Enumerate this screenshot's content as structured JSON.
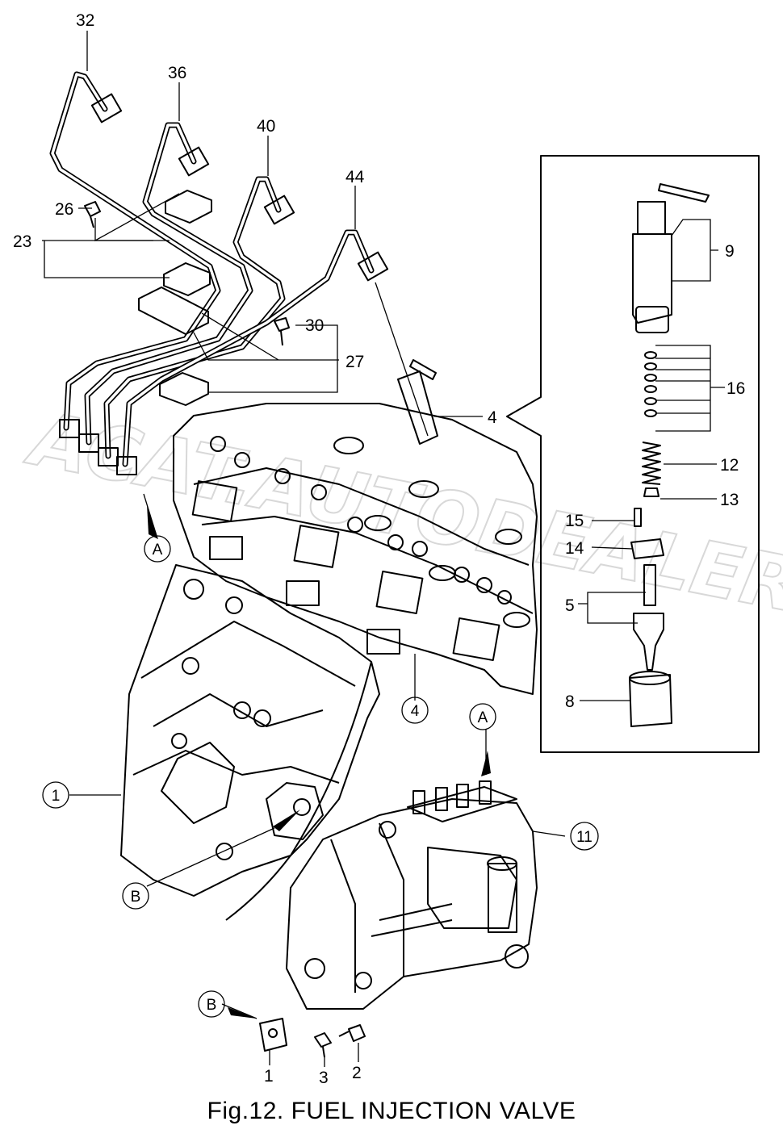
{
  "caption": "Fig.12.  FUEL INJECTION VALVE",
  "watermark": "ACAT.AUTODEALER.RU",
  "part_labels": {
    "p32": "32",
    "p36": "36",
    "p40": "40",
    "p44": "44",
    "p26": "26",
    "p23": "23",
    "p30": "30",
    "p27": "27",
    "p4_detail": "4",
    "p9": "9",
    "p16": "16",
    "p12": "12",
    "p13": "13",
    "p15": "15",
    "p14": "14",
    "p5": "5",
    "p8": "8",
    "p2": "2",
    "p3": "3",
    "p1": "1"
  },
  "circled_labels": {
    "c1": "1",
    "c4": "4",
    "c11": "11",
    "cA_top": "A",
    "cA_pump": "A",
    "cB_block": "B",
    "cB_bracket": "B"
  }
}
